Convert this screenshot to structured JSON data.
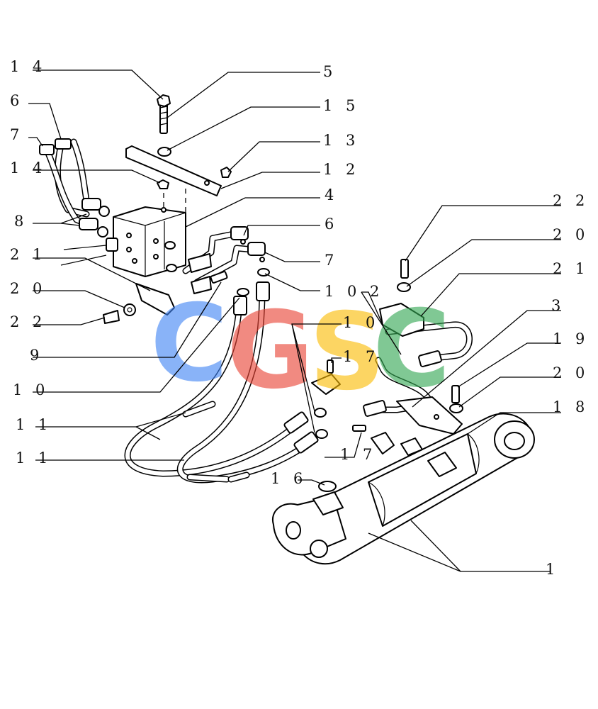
{
  "watermark": {
    "letters": [
      "C",
      "G",
      "S",
      "C"
    ],
    "colors": [
      "#4285F4",
      "#EA4335",
      "#FBBC05",
      "#34A853"
    ]
  },
  "callouts": [
    {
      "id": "c14a",
      "text": "1 4"
    },
    {
      "id": "c6a",
      "text": "6"
    },
    {
      "id": "c7a",
      "text": "7"
    },
    {
      "id": "c14b",
      "text": "1 4"
    },
    {
      "id": "c8",
      "text": "8"
    },
    {
      "id": "c21a",
      "text": "2 1"
    },
    {
      "id": "c20a",
      "text": "2 0"
    },
    {
      "id": "c22a",
      "text": "2 2"
    },
    {
      "id": "c9",
      "text": "9"
    },
    {
      "id": "c10a",
      "text": "1 0"
    },
    {
      "id": "c11a",
      "text": "1 1"
    },
    {
      "id": "c11b",
      "text": "1 1"
    },
    {
      "id": "c5",
      "text": "5"
    },
    {
      "id": "c15",
      "text": "1 5"
    },
    {
      "id": "c13",
      "text": "1 3"
    },
    {
      "id": "c12",
      "text": "1 2"
    },
    {
      "id": "c4",
      "text": "4"
    },
    {
      "id": "c6b",
      "text": "6"
    },
    {
      "id": "c7b",
      "text": "7"
    },
    {
      "id": "c10b",
      "text": "1 0"
    },
    {
      "id": "c2",
      "text": "2"
    },
    {
      "id": "c10c",
      "text": "1 0"
    },
    {
      "id": "c17a",
      "text": "1 7"
    },
    {
      "id": "c17b",
      "text": "1 7"
    },
    {
      "id": "c16",
      "text": "1 6"
    },
    {
      "id": "c22b",
      "text": "2 2"
    },
    {
      "id": "c20b",
      "text": "2 0"
    },
    {
      "id": "c21b",
      "text": "2 1"
    },
    {
      "id": "c3",
      "text": "3"
    },
    {
      "id": "c19",
      "text": "1 9"
    },
    {
      "id": "c20c",
      "text": "2 0"
    },
    {
      "id": "c18",
      "text": "1 8"
    },
    {
      "id": "c1",
      "text": "1"
    }
  ]
}
